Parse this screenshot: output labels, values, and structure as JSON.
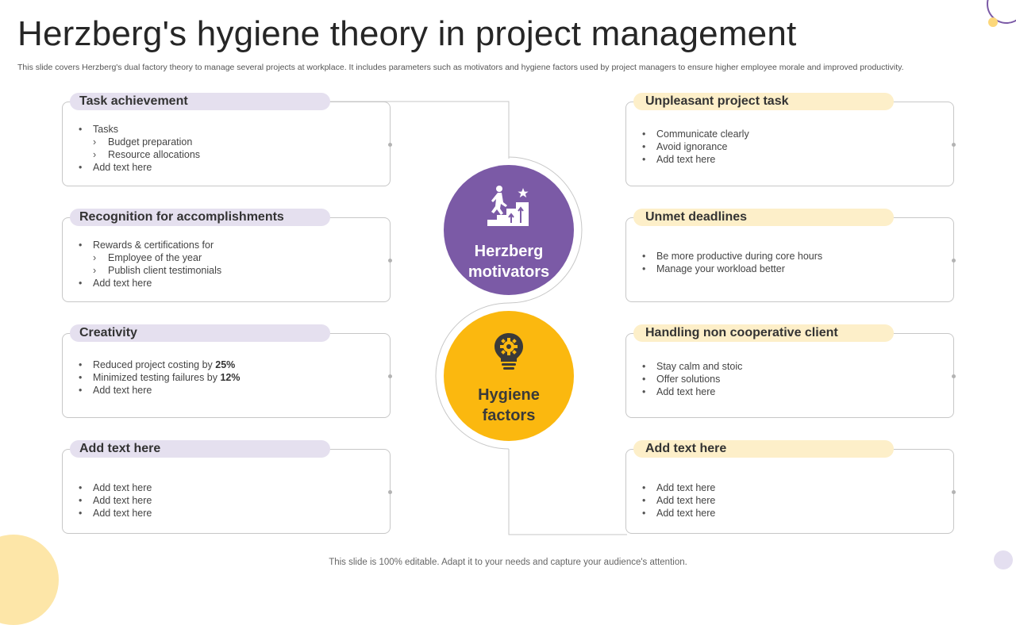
{
  "title": "Herzberg's hygiene theory in project management",
  "subtitle": "This slide covers Herzberg's dual factory theory to manage several projects at workplace. It includes parameters such as motivators and hygiene factors used by project managers to ensure higher employee morale and improved productivity.",
  "center": {
    "motivators_line1": "Herzberg",
    "motivators_line2": "motivators",
    "motivators_icon": "stairs-climb-icon",
    "hygiene_line1": "Hygiene",
    "hygiene_line2": "factors",
    "hygiene_icon": "lightbulb-gear-icon"
  },
  "motivators": [
    {
      "heading": "Task achievement",
      "items": [
        {
          "text": "Tasks",
          "level": 1
        },
        {
          "text": "Budget preparation",
          "level": 2
        },
        {
          "text": "Resource allocations",
          "level": 2
        },
        {
          "text": "Add text here",
          "level": 1
        }
      ]
    },
    {
      "heading": "Recognition for accomplishments",
      "items": [
        {
          "text": "Rewards  & certifications for",
          "level": 1
        },
        {
          "text": "Employee of the year",
          "level": 2
        },
        {
          "text": "Publish client testimonials",
          "level": 2
        },
        {
          "text": "Add text here",
          "level": 1
        }
      ]
    },
    {
      "heading": "Creativity",
      "items": [
        {
          "text": "Reduced  project costing by ",
          "bold": "25%",
          "level": 1
        },
        {
          "text": "Minimized testing failures  by ",
          "bold": "12%",
          "level": 1
        },
        {
          "text": "Add text here",
          "level": 1
        }
      ]
    },
    {
      "heading": "Add text here",
      "items": [
        {
          "text": "Add text here",
          "level": 1
        },
        {
          "text": "Add text here",
          "level": 1
        },
        {
          "text": "Add text here",
          "level": 1
        }
      ]
    }
  ],
  "hygiene": [
    {
      "heading": "Unpleasant project task",
      "items": [
        {
          "text": "Communicate  clearly",
          "level": 1
        },
        {
          "text": "Avoid  ignorance",
          "level": 1
        },
        {
          "text": "Add text here",
          "level": 1
        }
      ]
    },
    {
      "heading": "Unmet deadlines",
      "items": [
        {
          "text": "Be more productive  during core hours",
          "level": 1
        },
        {
          "text": "Manage your workload  better",
          "level": 1
        }
      ]
    },
    {
      "heading": "Handling non cooperative client",
      "items": [
        {
          "text": "Stay calm and stoic",
          "level": 1
        },
        {
          "text": "Offer  solutions",
          "level": 1
        },
        {
          "text": "Add text here",
          "level": 1
        }
      ]
    },
    {
      "heading": "Add text here",
      "items": [
        {
          "text": "Add text here",
          "level": 1
        },
        {
          "text": "Add text here",
          "level": 1
        },
        {
          "text": "Add text here",
          "level": 1
        }
      ]
    }
  ],
  "footer": "This slide is 100% editable. Adapt it to your needs and capture your audience's attention.",
  "colors": {
    "motivator_purple": "#7b5aa6",
    "motivator_pill": "#e5e0ef",
    "hygiene_yellow": "#fbb80f",
    "hygiene_pill": "#fdefc9"
  }
}
